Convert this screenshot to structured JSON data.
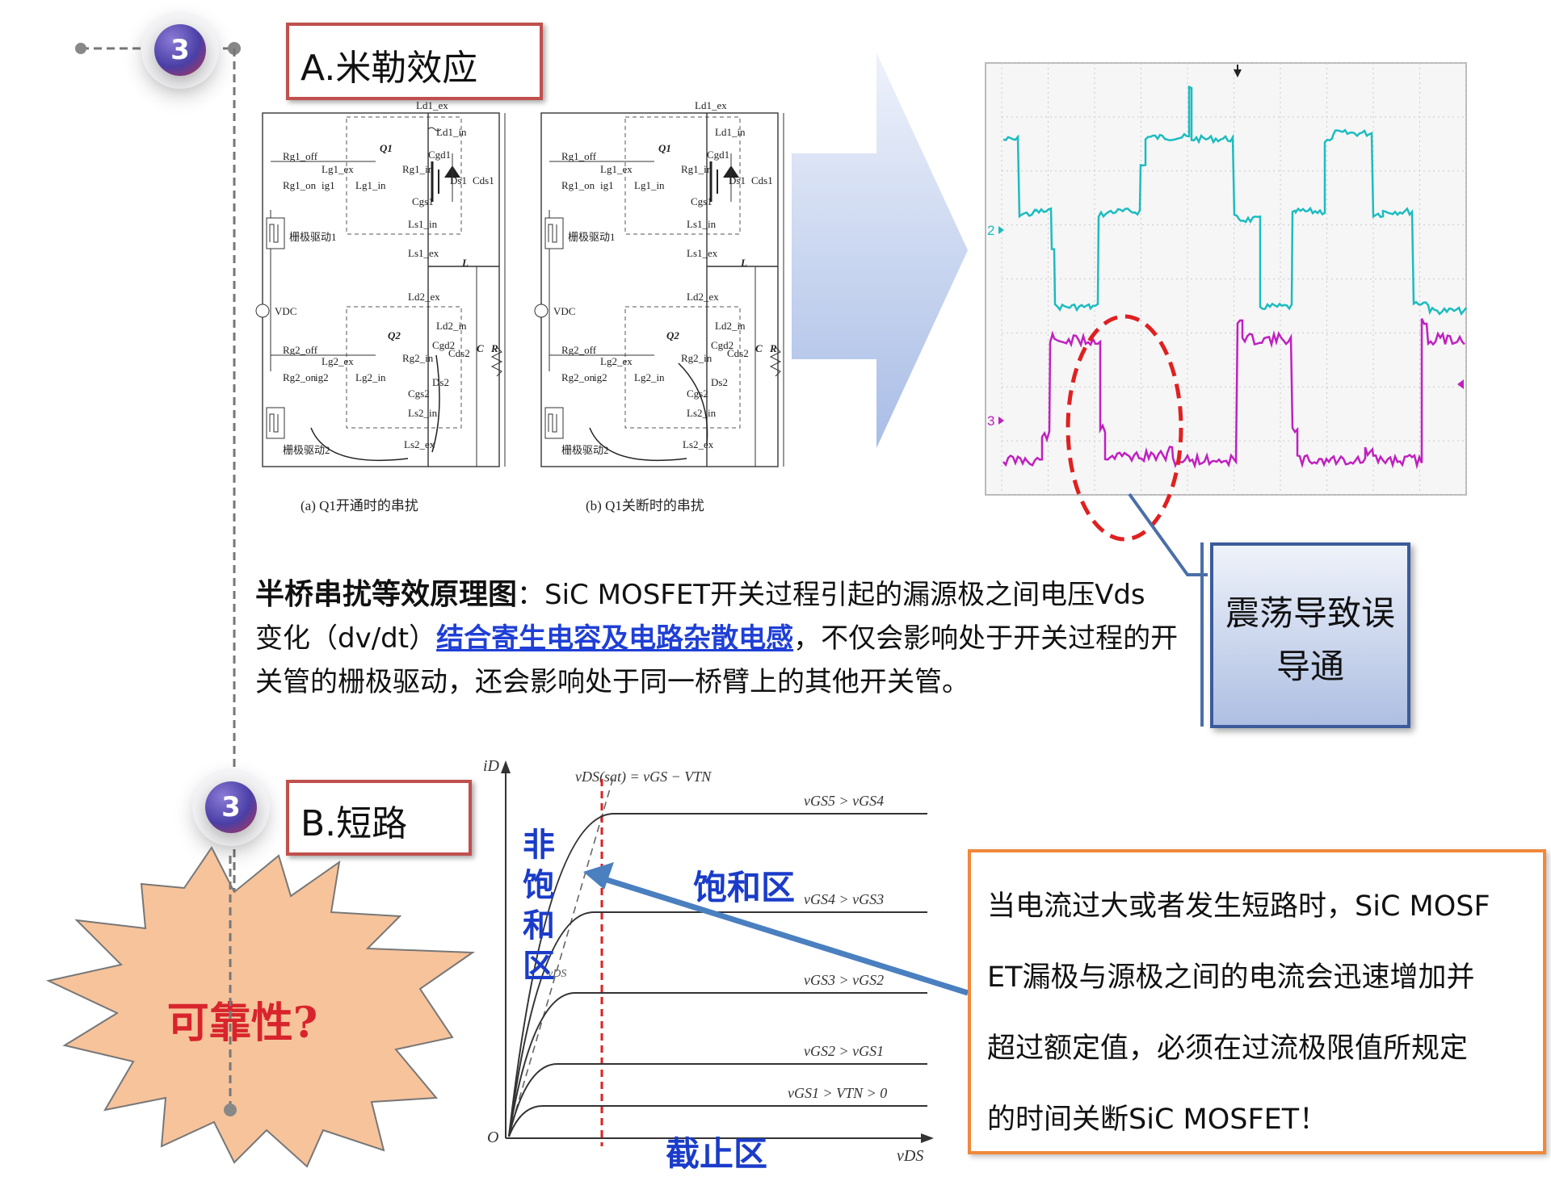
{
  "section_a": {
    "badge_number": "3",
    "title": "A.米勒效应"
  },
  "circuit": {
    "caption_a": "(a) Q1开通时的串扰",
    "caption_b": "(b) Q1关断时的串扰",
    "labels": {
      "ld1_ex": "Ld1_ex",
      "ld1_in": "Ld1_in",
      "q1": "Q1",
      "rg1_off": "Rg1_off",
      "rg1_on": "Rg1_on",
      "lg1_ex": "Lg1_ex",
      "lg1_in": "Lg1_in",
      "ig1": "ig1",
      "cgd1": "Cgd1",
      "cgs1": "Cgs1",
      "cds1": "Cds1",
      "ds1": "Ds1",
      "rg1_in": "Rg1_in",
      "ls1_in": "Ls1_in",
      "ls1_ex": "Ls1_ex",
      "driver1": "栅极驱动1",
      "vdc": "VDC",
      "l": "L",
      "ld2_ex": "Ld2_ex",
      "ld2_in": "Ld2_in",
      "q2": "Q2",
      "rg2_off": "Rg2_off",
      "rg2_on": "Rg2_on",
      "lg2_ex": "Lg2_ex",
      "lg2_in": "Lg2_in",
      "ig2": "ig2",
      "cgd2": "Cgd2",
      "cgs2": "Cgs2",
      "cds2": "Cds2",
      "ds2": "Ds2",
      "rg2_in": "Rg2_in",
      "ls2_in": "Ls2_in",
      "ls2_ex": "Ls2_ex",
      "driver2": "栅极驱动2",
      "c": "C",
      "r": "R"
    }
  },
  "scope": {
    "ch2_marker": "2",
    "ch3_marker": "3",
    "colors": {
      "ch2": "#1cbcc0",
      "ch3": "#c020c0",
      "grid": "#c9c9c9",
      "bg": "#f6f6f6",
      "ellipse": "#e02020"
    }
  },
  "callout_oscillation": {
    "text_line1": "震荡导致误",
    "text_line2": "导通"
  },
  "explanation": {
    "bold_lead": "半桥串扰等效原理图",
    "part1": "：SiC MOSFET开关过程引起的漏源极之间电压Vds",
    "part2": "变化（dv/dt）",
    "highlight": "结合寄生电容及电路杂散电感",
    "part3": "，不仅会影响处于开关过程的开",
    "part4": "关管的栅极驱动，还会影响处于同一桥臂上的其他开关管。"
  },
  "section_b": {
    "badge_number": "3",
    "title": "B.短路"
  },
  "reliability": {
    "text": "可靠性?",
    "colors": {
      "fill": "#f7c39b",
      "text": "#d8242c"
    }
  },
  "iv_chart": {
    "y_axis": "iD",
    "x_axis": "vDS",
    "origin": "O",
    "sat_label": "vDS(sat) = vGS − VTN",
    "vds_small": "vDS",
    "curves": [
      "vGS5 > vGS4",
      "vGS4 > vGS3",
      "vGS3 > vGS2",
      "vGS2 > vGS1",
      "vGS1 > VTN > 0"
    ],
    "region_linear": "非饱和区",
    "region_saturation": "饱和区",
    "region_cutoff": "截止区"
  },
  "callout_short": {
    "line1": "当电流过大或者发生短路时，SiC MOSF",
    "line2": "ET漏极与源极之间的电流会迅速增加并",
    "line3": "超过额定值，必须在过流极限值所规定",
    "line4": "的时间关断SiC MOSFET！",
    "border_color": "#f0883a"
  }
}
